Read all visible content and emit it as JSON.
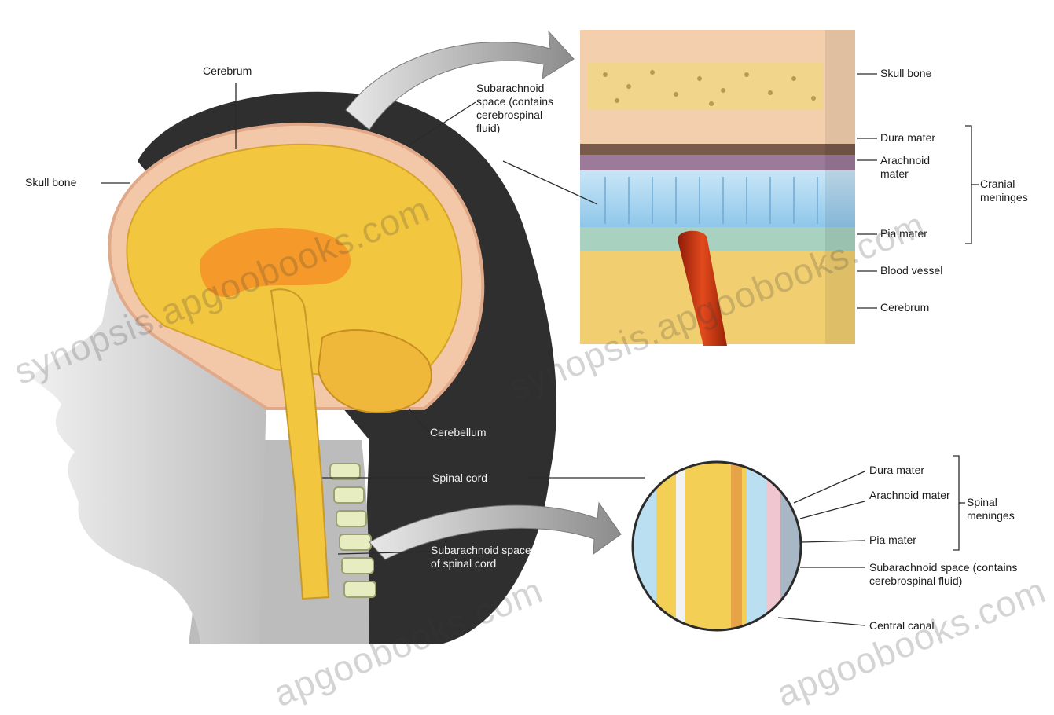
{
  "labels": {
    "cerebrum_top": "Cerebrum",
    "skull_bone_left": "Skull bone",
    "subarachnoid_head": "Subarachnoid space (contains cerebrospinal fluid)",
    "cerebellum": "Cerebellum",
    "spinal_cord": "Spinal cord",
    "subarachnoid_spinal": "Subarachnoid space of spinal cord",
    "inset_skull_bone": "Skull bone",
    "inset_dura": "Dura mater",
    "inset_arachnoid": "Arachnoid mater",
    "inset_pia": "Pia mater",
    "inset_blood_vessel": "Blood vessel",
    "inset_cerebrum": "Cerebrum",
    "cranial_meninges": "Cranial meninges",
    "spinal_dura": "Dura mater",
    "spinal_arachnoid": "Arachnoid mater",
    "spinal_pia": "Pia mater",
    "spinal_meninges": "Spinal meninges",
    "spinal_subarachnoid": "Subarachnoid space (contains cerebrospinal fluid)",
    "central_canal": "Central canal"
  },
  "watermarks": [
    "synopsis.apgoobooks.com",
    "synopsis.apgoobooks.com",
    "apgoobooks.com",
    "apgoobooks.com"
  ],
  "colors": {
    "brain": "#f3c640",
    "brain_inner": "#f59a2a",
    "skull": "#f3c8a8",
    "hair": "#2f2f2f",
    "skin": "#d9d9d9",
    "csf": "#a9d4ef",
    "dura": "#7a5a4a",
    "arachnoid": "#8a6a8a",
    "blood_vessel": "#d53b16"
  }
}
